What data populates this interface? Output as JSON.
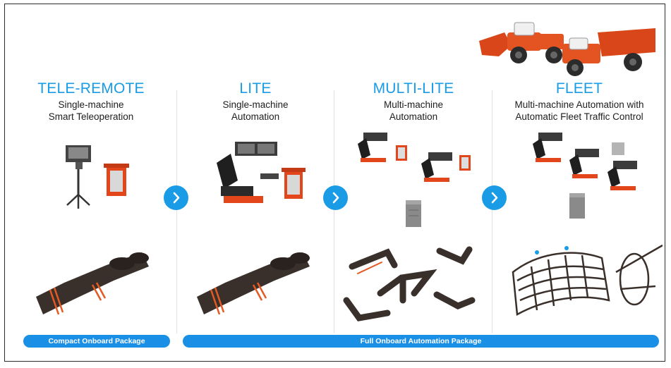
{
  "tiers": [
    {
      "title": "TELE-REMOTE",
      "subtitle": "Single-machine\nSmart Teleoperation"
    },
    {
      "title": "LITE",
      "subtitle": "Single-machine\nAutomation"
    },
    {
      "title": "MULTI-LITE",
      "subtitle": "Multi-machine\nAutomation"
    },
    {
      "title": "FLEET",
      "subtitle": "Multi-machine Automation with\nAutomatic Fleet Traffic Control"
    }
  ],
  "packages": {
    "compact": "Compact Onboard Package",
    "full": "Full Onboard Automation Package"
  },
  "colors": {
    "accent_blue": "#1a9be6",
    "pill_blue": "#1a8fe6",
    "machine_orange": "#e2461a",
    "tunnel_dark": "#3a302b"
  },
  "icons": [
    "chevron-right-icon",
    "loader-truck-icon",
    "dump-truck-icon",
    "operator-station-icon",
    "control-cabinet-icon",
    "server-rack-icon",
    "mine-tunnel-icon"
  ]
}
